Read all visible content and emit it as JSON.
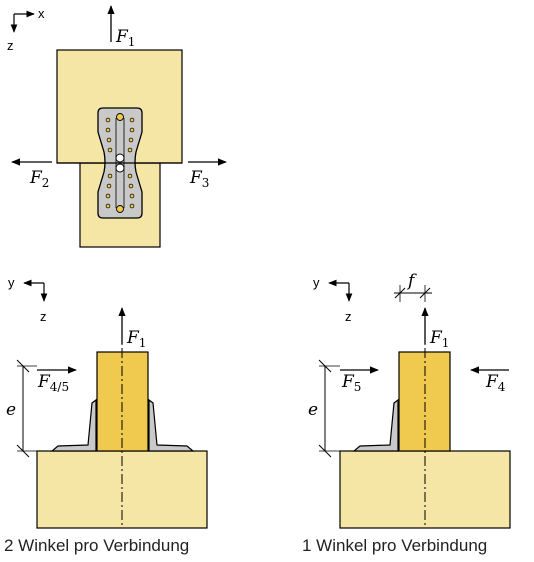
{
  "colors": {
    "wood": "#f5e6a6",
    "wood_dark": "#f0c94f",
    "steel": "#c9c9c9",
    "outline": "#000000"
  },
  "top_view": {
    "axis_h": "x",
    "axis_v": "z",
    "force_top": {
      "name": "F",
      "sub": "1"
    },
    "force_left": {
      "name": "F",
      "sub": "2"
    },
    "force_right": {
      "name": "F",
      "sub": "3"
    }
  },
  "left_view": {
    "axis_h": "y",
    "axis_v": "z",
    "force_top": {
      "name": "F",
      "sub": "1"
    },
    "force_side": {
      "name": "F",
      "sub": "4/5"
    },
    "dim": "e",
    "caption": "2 Winkel pro Verbindung"
  },
  "right_view": {
    "axis_h": "y",
    "axis_v": "z",
    "force_top": {
      "name": "F",
      "sub": "1"
    },
    "force_left": {
      "name": "F",
      "sub": "5"
    },
    "force_right": {
      "name": "F",
      "sub": "4"
    },
    "dim_e": "e",
    "dim_f": "f",
    "caption": "1 Winkel pro Verbindung"
  }
}
